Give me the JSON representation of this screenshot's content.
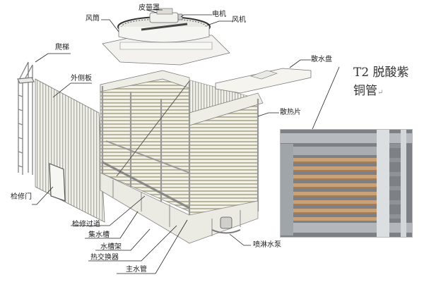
{
  "diagram": {
    "type": "exploded-view",
    "subject": "cooling tower"
  },
  "labels": {
    "belt_cover": "皮带罩",
    "motor": "电机",
    "fan": "风机",
    "fan_cylinder": "风筒",
    "ladder": "爬梯",
    "outer_side_panel": "外侧板",
    "water_distribution_basin": "散水盘",
    "heat_sink": "散热片",
    "inspection_door": "检修门",
    "maintenance_walkway": "检修过道",
    "water_collection_trough": "集水槽",
    "trough_frame": "水槽架",
    "heat_exchanger": "热交换器",
    "main_water_pipe": "主水管",
    "spray_pump": "喷淋水泵"
  },
  "callout": {
    "line1": "T2 脱酸紫",
    "line2": "铜管",
    "return_mark": "↵"
  },
  "colors": {
    "copper_tube": "#c9a27a",
    "fin_tube": "#9aa0a6",
    "frame": "#e8e6dc",
    "panel_stripe": "#b8b49a",
    "leader_line": "#222222"
  }
}
